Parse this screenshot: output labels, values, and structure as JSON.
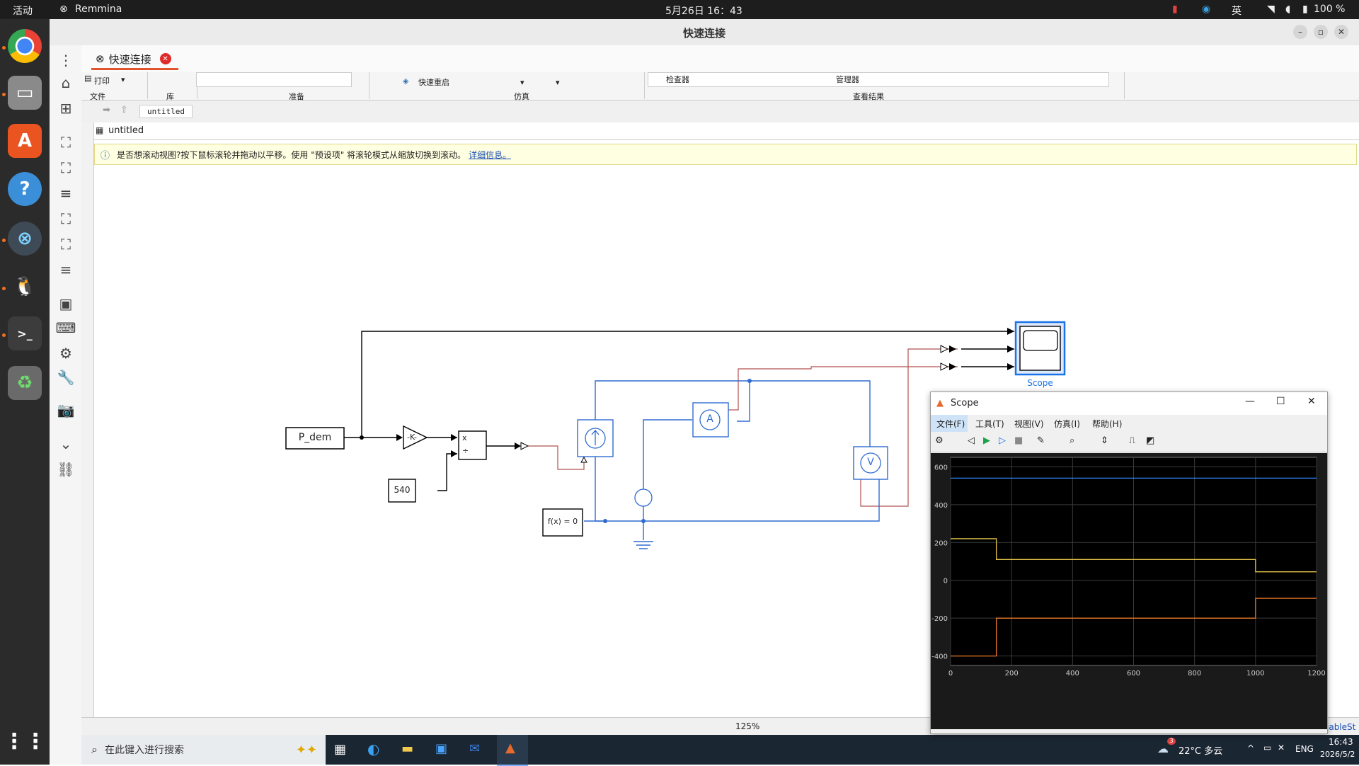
{
  "gnome": {
    "activities": "活动",
    "app_name": "Remmina",
    "clock": "5月26日  16：43",
    "input_method": "英",
    "battery": "100 %"
  },
  "remmina": {
    "window_title": "快速连接",
    "tab_label": "快速连接"
  },
  "ribbon": {
    "print": "打印",
    "group_file": "文件",
    "group_library": "库",
    "group_prepare": "准备",
    "fast_restart": "快速重启",
    "group_simulate": "仿真",
    "inspector": "检查器",
    "manager": "管理器",
    "group_results": "查看结果"
  },
  "breadcrumb": {
    "tab": "untitled",
    "model": "untitled"
  },
  "info_bar": {
    "text": "是否想滚动视图?按下鼠标滚轮并拖动以平移。使用 \"预设项\" 将滚轮模式从缩放切换到滚动。",
    "link": "详细信息。"
  },
  "model": {
    "p_dem": "P_dem",
    "gain": "-K-",
    "constant": "540",
    "product_top": "x",
    "product_bottom": "÷",
    "solver": "f(x) = 0",
    "ammeter": "A",
    "voltmeter": "V",
    "scope_label": "Scope"
  },
  "status": {
    "zoom": "125%"
  },
  "scope_window": {
    "title": "Scope",
    "menu": [
      "文件(F)",
      "工具(T)",
      "视图(V)",
      "仿真(I)",
      "帮助(H)"
    ],
    "chart_data": {
      "type": "line",
      "xlim": [
        0,
        1200
      ],
      "ylim": [
        -450,
        650
      ],
      "xticks": [
        "0",
        "200",
        "400",
        "600",
        "800",
        "1000",
        "1200"
      ],
      "yticks": [
        "600",
        "400",
        "200",
        "0",
        "-200",
        "-400"
      ],
      "grid": true,
      "series": [
        {
          "color": "#2e8bff",
          "x": [
            0,
            1200
          ],
          "y": [
            540,
            540
          ]
        },
        {
          "color": "#e6c54a",
          "x": [
            0,
            150,
            150,
            1000,
            1000,
            1200
          ],
          "y": [
            220,
            220,
            110,
            110,
            45,
            45
          ]
        },
        {
          "color": "#e8772a",
          "x": [
            0,
            150,
            150,
            1000,
            1000,
            1200
          ],
          "y": [
            -400,
            -400,
            -200,
            -200,
            -95,
            -95
          ]
        }
      ]
    }
  },
  "taskbar": {
    "search_placeholder": "在此键入进行搜索",
    "weather": "22°C  多云",
    "weather_badge": "3",
    "language": "ENG",
    "time": "16:43",
    "date": "2026/5/2",
    "side_text": "iableSt"
  }
}
